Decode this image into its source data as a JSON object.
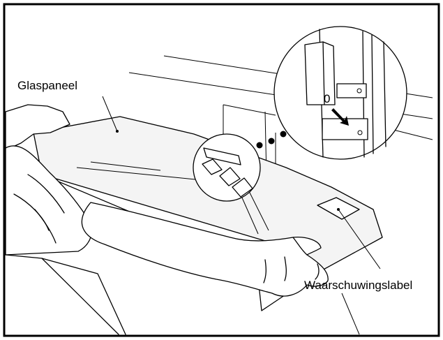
{
  "labels": {
    "glass_panel": "Glaspaneel",
    "warning_label": "Waarschuwingslabel"
  },
  "detail_marker": "0"
}
